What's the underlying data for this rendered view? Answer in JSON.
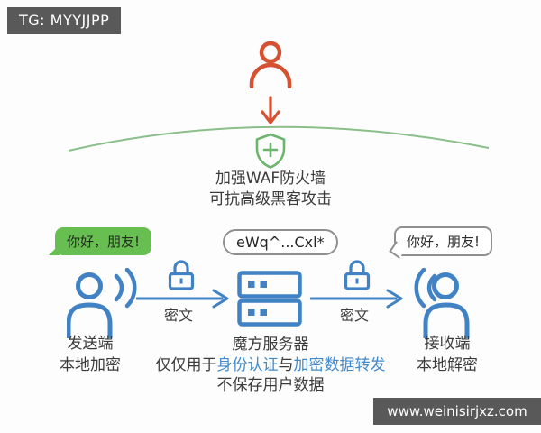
{
  "banner": {
    "tg": "TG: MYYJJPP"
  },
  "firewall": {
    "line1": "加强WAF防火墙",
    "line2": "可抗高级黑客攻击"
  },
  "bubbles": {
    "plain_left": "你好，朋友!",
    "cipher": "eWq^...Cxl*",
    "plain_right": "你好，朋友!"
  },
  "flow": {
    "cipher_left": "密文",
    "cipher_right": "密文",
    "sender_line1": "发送端",
    "sender_line2": "本地加密",
    "server_title": "魔方服务器",
    "server_desc": {
      "p1": "仅仅用于",
      "p2": "身份认证",
      "p3": "与",
      "p4": "加密数据转发"
    },
    "server_note": "不保存用户数据",
    "receiver_line1": "接收端",
    "receiver_line2": "本地解密"
  },
  "watermark": "www.weinisirjxz.com",
  "icons": {
    "top": "person-icon",
    "top_arrow": "arrow-down-icon",
    "arc": "protection-arc",
    "shield": "shield-plus-icon",
    "sender": "person-broadcast-icon",
    "lock": "lock-icon",
    "flow_arrow": "arrow-right-icon",
    "server": "server-icon",
    "receiver": "person-receive-icon"
  },
  "colors": {
    "banner_bg": "#595959",
    "orange": "#d65132",
    "green_arc": "#8abf8a",
    "green_shield": "#6db56d",
    "green_bubble": "#67be51",
    "blue_icon": "#4082c4",
    "blue_text": "#4189ca",
    "dark_text": "#3b3b3b"
  }
}
